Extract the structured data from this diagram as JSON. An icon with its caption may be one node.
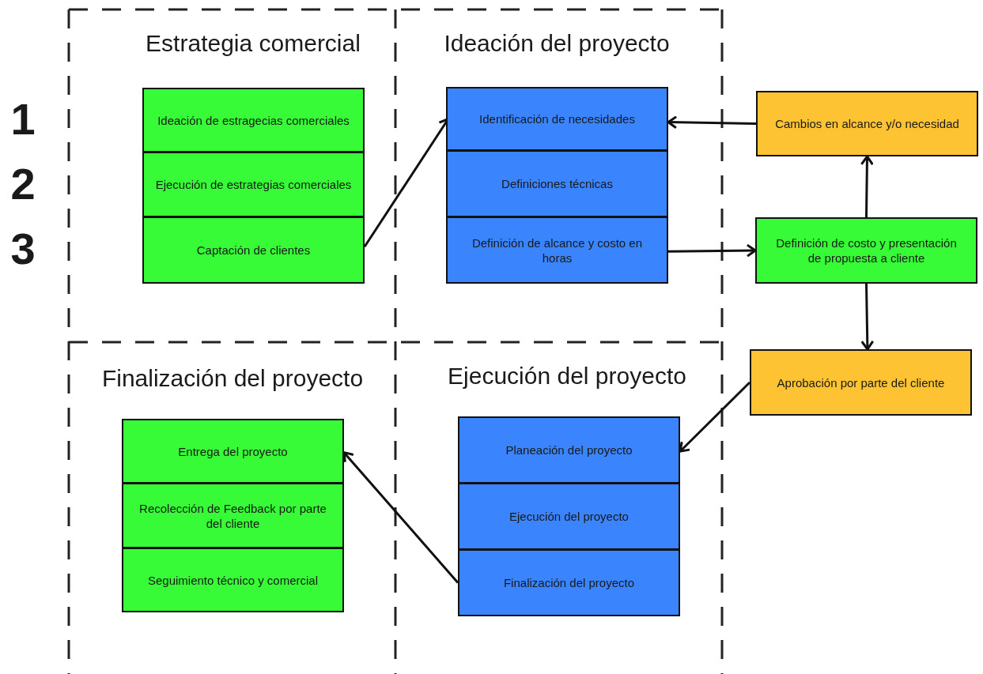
{
  "diagram": {
    "nodes": [
      {
        "text": [
          "Ideación de estragecias comerciales"
        ]
      },
      {
        "text": [
          "Ejecución de estrategias comerciales"
        ]
      },
      {
        "text": [
          "Captación de clientes"
        ]
      },
      {
        "text": [
          "Identificación de necesidades"
        ]
      },
      {
        "text": [
          "Definiciones técnicas"
        ]
      },
      {
        "text": [
          "Definición de alcance y costo en horas"
        ]
      },
      {
        "text": [
          "Cambios en alcance y/o necesidad"
        ]
      },
      {
        "text": [
          "Definición de costo y presentación de propuesta a cliente"
        ]
      },
      {
        "text": [
          "Aprobación por parte del cliente"
        ]
      },
      {
        "text": [
          "Planeación del proyecto"
        ]
      },
      {
        "text": [
          "Ejecución del proyecto"
        ]
      },
      {
        "text": [
          "Finalización del proyecto"
        ]
      },
      {
        "text": [
          "Entrega del proyecto"
        ]
      },
      {
        "text": [
          "Recolección de Feedback por parte del cliente"
        ]
      },
      {
        "text": [
          "Seguimiento técnico y comercial"
        ]
      }
    ],
    "edges": [
      {
        "from": 2,
        "to": 3,
        "arrow": "to"
      },
      {
        "from": 6,
        "to": 3,
        "arrow": "to"
      },
      {
        "from": 5,
        "to": 7,
        "arrow": "to"
      },
      {
        "from": 7,
        "to": 6,
        "arrow": "to"
      },
      {
        "from": 7,
        "to": 8,
        "arrow": "to"
      },
      {
        "from": 8,
        "to": 9,
        "arrow": "to"
      },
      {
        "from": 11,
        "to": 12,
        "arrow": "to"
      }
    ],
    "labels": [
      "Estrategia comercial",
      "Ideación del proyecto",
      "1",
      "2",
      "3",
      "Finalización del proyecto",
      "Ejecución del proyecto"
    ]
  }
}
